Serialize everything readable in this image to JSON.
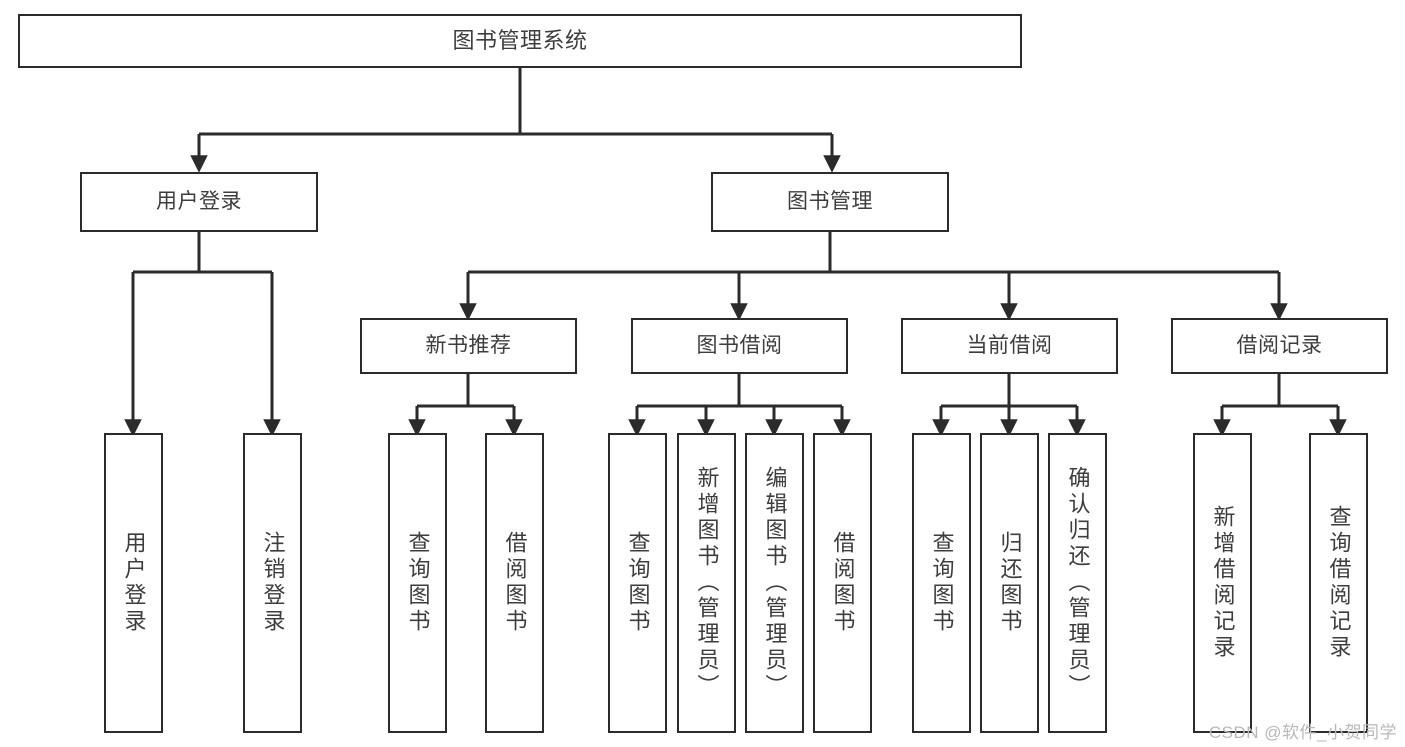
{
  "diagram": {
    "title": "图书管理系统",
    "type": "tree-hierarchy",
    "watermark": "CSDN @软件_小贺同学",
    "colors": {
      "box_stroke": "#2b2b2b",
      "box_fill": "#ffffff",
      "text": "#3d3d3d",
      "edge": "#2b2b2b",
      "watermark": "#b8b8b8",
      "background": "#ffffff"
    },
    "root": {
      "label": "图书管理系统"
    },
    "level2": [
      {
        "label": "用户登录"
      },
      {
        "label": "图书管理"
      }
    ],
    "level3": [
      {
        "label": "新书推荐"
      },
      {
        "label": "图书借阅"
      },
      {
        "label": "当前借阅"
      },
      {
        "label": "借阅记录"
      }
    ],
    "leaves": {
      "user_login": [
        {
          "label": "用户登录"
        },
        {
          "label": "注销登录"
        }
      ],
      "new_book_recommend": [
        {
          "label": "查询图书"
        },
        {
          "label": "借阅图书"
        }
      ],
      "book_borrow": [
        {
          "label": "查询图书"
        },
        {
          "label": "新增图书（管理员）"
        },
        {
          "label": "编辑图书（管理员）"
        },
        {
          "label": "借阅图书"
        }
      ],
      "current_borrow": [
        {
          "label": "查询图书"
        },
        {
          "label": "归还图书"
        },
        {
          "label": "确认归还（管理员）"
        }
      ],
      "borrow_record": [
        {
          "label": "新增借阅记录"
        },
        {
          "label": "查询借阅记录"
        }
      ]
    }
  }
}
